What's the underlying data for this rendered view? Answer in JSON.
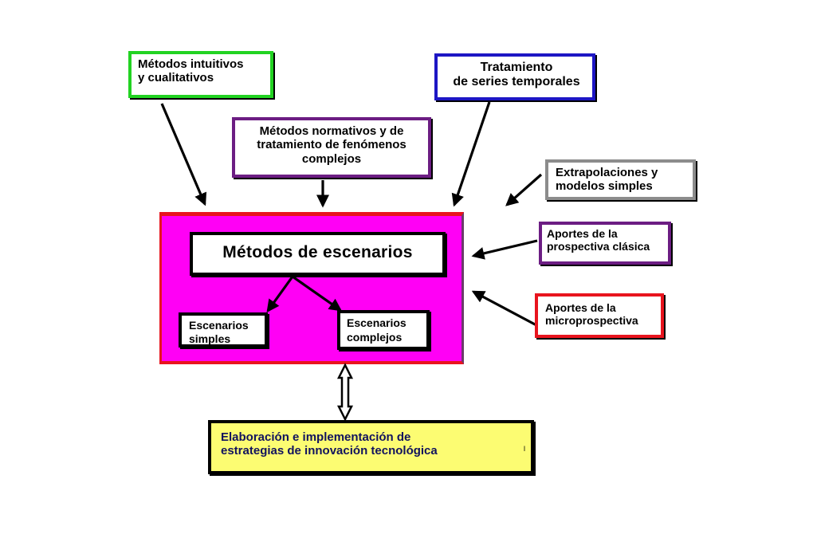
{
  "diagram": {
    "intuitive": {
      "lines": [
        "Métodos intuitivos",
        "y cualitativos"
      ]
    },
    "series": {
      "lines": [
        "Tratamiento",
        "de series temporales"
      ]
    },
    "normative": {
      "lines": [
        "Métodos normativos y de",
        "tratamiento de fenómenos",
        "complejos"
      ]
    },
    "extrapolation": {
      "lines": [
        "Extrapolaciones y",
        "modelos simples"
      ]
    },
    "classic": {
      "lines": [
        "Aportes de la",
        "prospectiva clásica"
      ]
    },
    "micro": {
      "lines": [
        "Aportes de la",
        "microprospectiva"
      ]
    },
    "scenarios": {
      "title": "Métodos de escenarios"
    },
    "simple": {
      "lines": [
        "Escenarios",
        "simples"
      ]
    },
    "complex": {
      "lines": [
        "Escenarios",
        "complejos"
      ]
    },
    "strategy": {
      "lines": [
        "Elaboración e implementación de",
        "estrategias de innovación tecnológica"
      ]
    },
    "stray_mark": "l"
  },
  "colors": {
    "panel_fill": "#ff00f5",
    "panel_border": "#e8141e",
    "green_border": "#22d322",
    "blue_border": "#1d16c4",
    "purple_border": "#6c1d83",
    "gray_border": "#8c8c8c",
    "red_border": "#e8141e",
    "strategy_fill": "#fcfc72",
    "strategy_text": "#11125e"
  }
}
